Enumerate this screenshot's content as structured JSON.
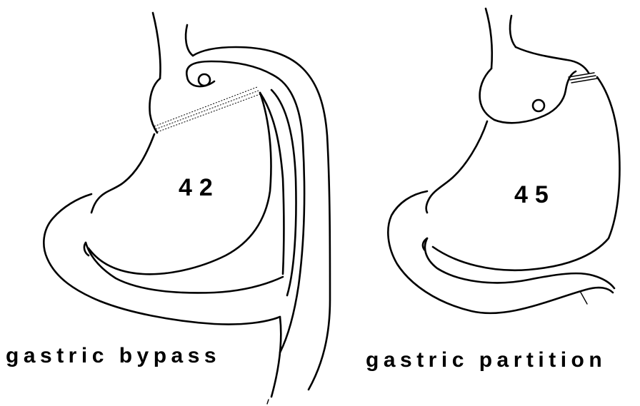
{
  "panels": [
    {
      "number": "42",
      "caption": "gastric bypass"
    },
    {
      "number": "45",
      "caption": "gastric partition"
    }
  ]
}
